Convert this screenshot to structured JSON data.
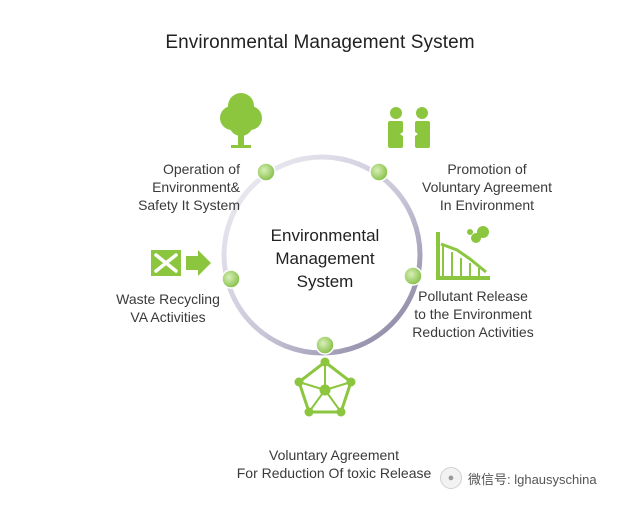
{
  "title": "Environmental Management System",
  "center": "Environmental\nManagement\nSystem",
  "nodes": {
    "operation": "Operation of\nEnvironment&\nSafety It System",
    "promotion": "Promotion of\nVoluntary Agreement\nIn Environment",
    "waste": "Waste Recycling\nVA Activities",
    "pollutant": "Pollutant Release\nto the Environment\nReduction Activities",
    "voluntary": "Voluntary Agreement\nFor Reduction Of toxic Release"
  },
  "icons": {
    "operation": "tree-icon",
    "promotion": "exchange-icon",
    "waste": "recycle-arrow-icon",
    "pollutant": "declining-chart-icon",
    "voluntary": "network-pentagon-icon"
  },
  "colors": {
    "accent_green": "#8cc63f",
    "ring_light": "#e6e6ee",
    "ring_dark": "#8e8aa6"
  },
  "watermark": {
    "text": "微信号: lghausyschina"
  }
}
